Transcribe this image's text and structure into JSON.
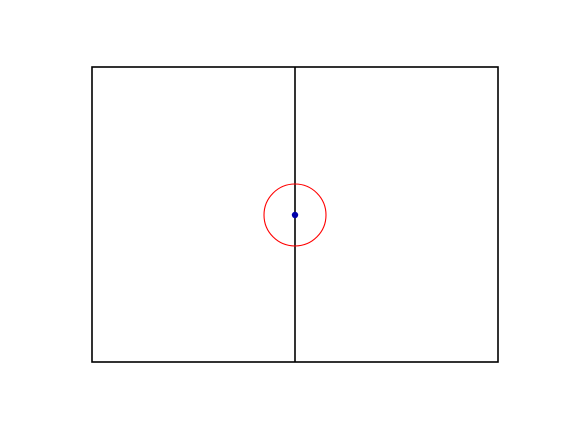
{
  "diagram": {
    "elements": [
      "frame",
      "center-divider",
      "center-circle",
      "center-point"
    ],
    "colors": {
      "background": "#ffffff",
      "frame": "#000000",
      "divider": "#000000",
      "circle": "#ff0000",
      "point": "#0000aa"
    }
  }
}
